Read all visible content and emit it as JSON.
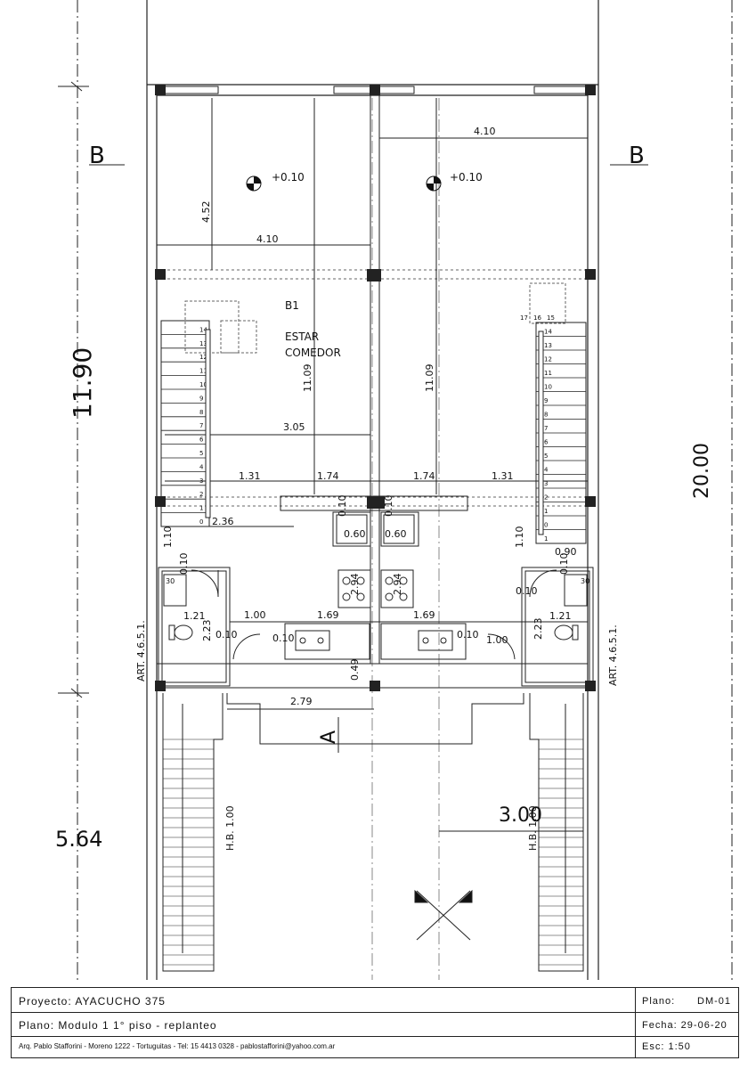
{
  "section_marks": {
    "left": "B",
    "right": "B",
    "cut": "A"
  },
  "overall": {
    "depth_upper": "11.90",
    "depth_lower": "5.64",
    "right_edge_partial": "20.00"
  },
  "levels": {
    "left": "+0.10",
    "right": "+0.10"
  },
  "room": {
    "code": "B1",
    "name_line1": "ESTAR",
    "name_line2": "COMEDOR"
  },
  "dims": {
    "d_410_top": "4.10",
    "d_452": "4.52",
    "d_410_left": "4.10",
    "d_1109_left": "11.09",
    "d_1109_right": "11.09",
    "d_305": "3.05",
    "d_131_left": "1.31",
    "d_174_left": "1.74",
    "d_174_right": "1.74",
    "d_131_right": "1.31",
    "d_236": "2.36",
    "d_010_a": "0.10",
    "d_010_b": "0.10",
    "d_060_left": "0.60",
    "d_060_right": "0.60",
    "d_110_left": "1.10",
    "d_110_right": "1.10",
    "d_090": "0.90",
    "d_010_c": "0.10",
    "d_010_d": "0.10",
    "d_294_left": "2.94",
    "d_294_right": "2.94",
    "d_121_left": "1.21",
    "d_121_right": "1.21",
    "d_100_left": "1.00",
    "d_169_left": "1.69",
    "d_169_right": "1.69",
    "d_100_right": "1.00",
    "d_223_left": "2.23",
    "d_223_right": "2.23",
    "d_010_e": "0.10",
    "d_010_f": "0.10",
    "d_010_g": "0.10",
    "d_049": "0.49",
    "d_279": "2.79",
    "d_300": "3.00",
    "d_010_h": "0.10",
    "d_30_left": "30",
    "d_30_right": "30"
  },
  "art_note": "ART. 4.6.5.1.",
  "hb_note": "H.B. 1.00",
  "stair_left_steps": [
    "14",
    "13",
    "12",
    "11",
    "10",
    "9",
    "8",
    "7",
    "6",
    "5",
    "4",
    "3",
    "2",
    "1",
    "0"
  ],
  "stair_right_steps": [
    "17",
    "16",
    "15",
    "14",
    "13",
    "12",
    "11",
    "10",
    "9",
    "8",
    "7",
    "6",
    "5",
    "4",
    "3",
    "2",
    "1",
    "0",
    "1"
  ],
  "title_block": {
    "project": "Proyecto: AYACUCHO  375",
    "sheet_label": "Plano:",
    "sheet_value": "DM-01",
    "plan_title": "Plano: Modulo 1  1° piso - replanteo",
    "date": "Fecha: 29-06-20",
    "credits": "Arq. Pablo Stafforini - Moreno 1222 - Tortuguitas   - Tel: 15 4413 0328  -  pablostafforini@yahoo.com.ar",
    "scale": "Esc: 1:50"
  }
}
